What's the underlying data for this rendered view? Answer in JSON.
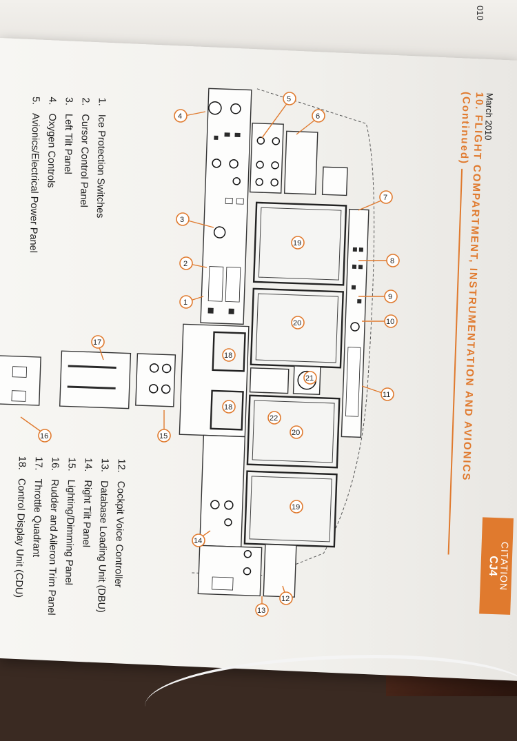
{
  "page": {
    "corner_code": "010",
    "date": "March 2010",
    "heading_line1": "10. FLIGHT COMPARTMENT, INSTRUMENTATION AND AVIONICS",
    "heading_line2": "(Continued)",
    "brand_name": "CITATION",
    "brand_model": "CJ4"
  },
  "legend_left": [
    {
      "num": "1.",
      "label": "Ice Protection Switches"
    },
    {
      "num": "2.",
      "label": "Cursor Control Panel"
    },
    {
      "num": "3.",
      "label": "Left Tilt Panel"
    },
    {
      "num": "4.",
      "label": "Oxygen Controls"
    },
    {
      "num": "5.",
      "label": "Avionics/Electrical Power Panel"
    }
  ],
  "legend_right": [
    {
      "num": "12.",
      "label": "Cockpit Voice Controller"
    },
    {
      "num": "13.",
      "label": "Database Loading Unit (DBU)"
    },
    {
      "num": "14.",
      "label": "Right Tilt Panel"
    },
    {
      "num": "15.",
      "label": "Lighting/Dimming Panel"
    },
    {
      "num": "16.",
      "label": "Rudder and Aileron Trim Panel"
    },
    {
      "num": "17.",
      "label": "Throttle Quadrant"
    },
    {
      "num": "18.",
      "label": "Control Display Unit (CDU)"
    }
  ],
  "callouts": [
    "1",
    "2",
    "3",
    "4",
    "5",
    "6",
    "7",
    "8",
    "9",
    "10",
    "11",
    "12",
    "13",
    "14",
    "15",
    "16",
    "17",
    "18",
    "18",
    "19",
    "19",
    "20",
    "20",
    "21",
    "22"
  ],
  "colors": {
    "accent": "#e07a2e",
    "ink": "#1c1c1c",
    "paper": "#f5f4f1"
  }
}
